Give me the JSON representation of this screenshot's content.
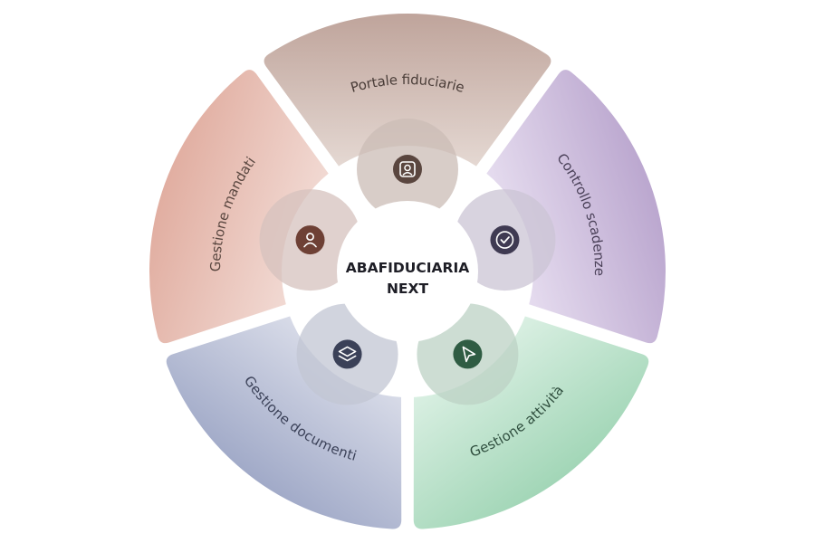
{
  "center": {
    "line1": "ABAFIDUCIARIA",
    "line2": "NEXT"
  },
  "segments": [
    {
      "id": "portale-fiduciarie",
      "label": "Portale fiduciarie",
      "icon": "user-card-icon",
      "colors": {
        "outer": "#bfa49b",
        "inner": "#ede4df",
        "icon_bg": "#5a463f",
        "text": "#4a3d38",
        "hub": "#cbbcb5"
      }
    },
    {
      "id": "controllo-scadenze",
      "label": "Controllo scadenze",
      "icon": "check-circle-icon",
      "colors": {
        "outer": "#bba7cf",
        "inner": "#efe8f6",
        "icon_bg": "#3f3a52",
        "text": "#4a4058",
        "hub": "#cbc4d4"
      }
    },
    {
      "id": "gestione-attivita",
      "label": "Gestione attività",
      "icon": "cursor-arrow-icon",
      "colors": {
        "outer": "#a2d6b7",
        "inner": "#e6f5ec",
        "icon_bg": "#2f5c43",
        "text": "#2f4e3e",
        "hub": "#bcd2c4"
      }
    },
    {
      "id": "gestione-documenti",
      "label": "Gestione documenti",
      "icon": "layers-icon",
      "colors": {
        "outer": "#a1aac8",
        "inner": "#e4e6ef",
        "icon_bg": "#3b4158",
        "text": "#3b4158",
        "hub": "#c1c6d3"
      }
    },
    {
      "id": "gestione-mandati",
      "label": "Gestione mandati",
      "icon": "user-icon",
      "colors": {
        "outer": "#e1aea1",
        "inner": "#f5e3de",
        "icon_bg": "#6e4035",
        "text": "#5a4740",
        "hub": "#d5c2bd"
      }
    }
  ]
}
